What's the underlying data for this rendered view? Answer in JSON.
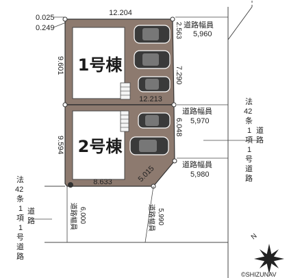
{
  "lots": {
    "building1": {
      "label": "1号棟"
    },
    "building2": {
      "label": "2号棟"
    }
  },
  "dimensions": {
    "top_width": "12.204",
    "top_left_small1": "0.025",
    "top_left_small2": "0.249",
    "top_right_small": "2.563",
    "lot1_left_depth": "9.601",
    "lot1_right_depth": "7.290",
    "lot_divider_width": "12.213",
    "lot2_right_depth": "6.048",
    "lot2_left_depth": "9.594",
    "bottom_width": "8.633",
    "corner_cut": "5.015"
  },
  "roads": {
    "road_label": "道路幅員",
    "east_top_width": "5,960",
    "east_mid_width": "5,970",
    "east_bottom_width": "5,980",
    "south_left_width": "6,000",
    "south_right_width": "5,990",
    "legal_road_chars": [
      "法",
      "42",
      "条",
      "1",
      "項",
      "1",
      "号",
      "道",
      "路"
    ],
    "road_chars": [
      "道",
      "路"
    ]
  },
  "compass": {
    "label": "N"
  },
  "watermark": "©SHIZUNAV",
  "colors": {
    "lot_fill": "#8d7a6f",
    "building_fill": "#ffffff",
    "car_fill": "#3a3a3a",
    "line": "#444444"
  }
}
